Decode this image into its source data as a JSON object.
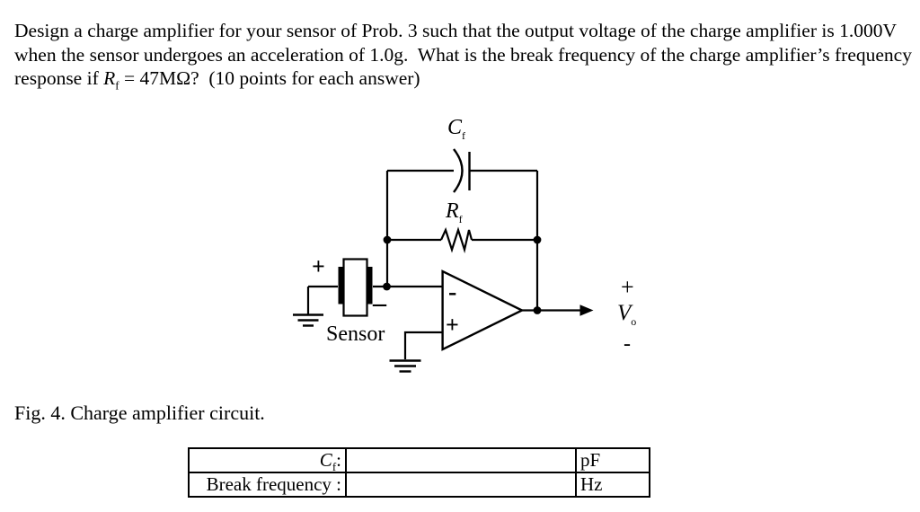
{
  "page": {
    "background": "#ffffff",
    "ink": "#000000"
  },
  "question": {
    "text_before_rf": "Design a charge amplifier for your sensor of Prob. 3 such that the output voltage of the charge amplifier is 1.000V when the sensor undergoes an acceleration of 1.0g.  What is the break frequency of the charge amplifier’s frequency response if ",
    "rf_main": "R",
    "rf_sub": "f",
    "text_after_rf": " = 47MΩ?  (10 points for each answer)"
  },
  "figure": {
    "caption": "Fig. 4.  Charge amplifier circuit.",
    "labels": {
      "cf_main": "C",
      "cf_sub": "f",
      "rf_main": "R",
      "rf_sub": "f",
      "sensor_plus": "+",
      "sensor_minus": "–",
      "sensor_name": "Sensor",
      "opamp_inverting": "-",
      "opamp_noninverting": "+",
      "output_plus": "+",
      "output_v_main": "V",
      "output_v_sub": "o",
      "output_minus": "-"
    }
  },
  "answer_table": {
    "rows": [
      {
        "label_main": "C",
        "label_sub": "f",
        "label_colon": ":",
        "value": "",
        "unit": "pF"
      },
      {
        "label": "Break frequency :",
        "value": "",
        "unit": "Hz"
      }
    ]
  }
}
